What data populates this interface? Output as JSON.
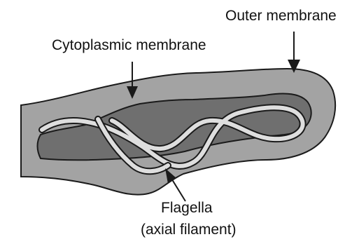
{
  "labels": {
    "outer_membrane": "Outer membrane",
    "cytoplasmic_membrane": "Cytoplasmic membrane",
    "flagella_line1": "Flagella",
    "flagella_line2": "(axial filament)"
  },
  "colors": {
    "outer_body": "#a3a3a3",
    "inner_body": "#6f6f6f",
    "filament": "#dedede",
    "outline": "#1a1a1a",
    "background": "#ffffff"
  }
}
